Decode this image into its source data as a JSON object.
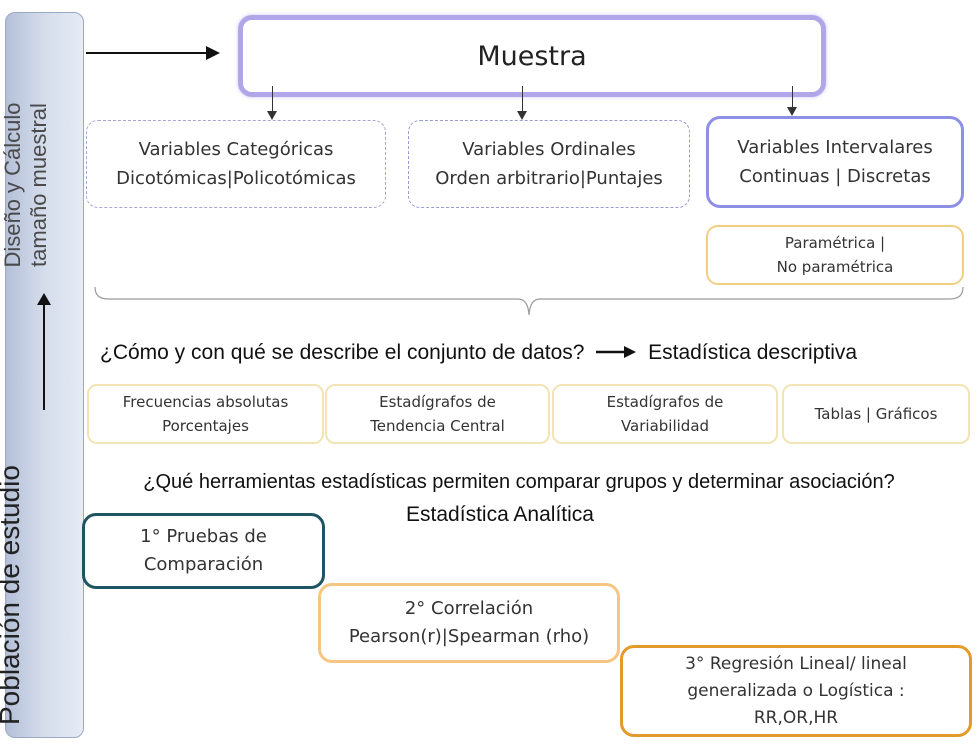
{
  "sidebar": {
    "design_line1": "Diseño y Cálculo",
    "design_line2": "tamaño muestral",
    "population": "Población de estudio"
  },
  "muestra": {
    "label": "Muestra"
  },
  "variables": {
    "categoricas": {
      "line1": "Variables  Categóricas",
      "line2": "Dicotómicas|Policotómicas"
    },
    "ordinales": {
      "line1": "Variables  Ordinales",
      "line2": "Orden arbitrario|Puntajes"
    },
    "intervalares": {
      "line1": "Variables  Intervalares",
      "line2": "Continuas  |  Discretas"
    }
  },
  "parametric": {
    "line1": "Paramétrica  |",
    "line2": "No paramétrica"
  },
  "descriptive": {
    "question": "¿Cómo y con qué  se describe el conjunto de datos?",
    "answer": "Estadística descriptiva",
    "boxes": [
      {
        "line1": "Frecuencias absolutas",
        "line2": "Porcentajes"
      },
      {
        "line1": "Estadígrafos de",
        "line2": "Tendencia Central"
      },
      {
        "line1": "Estadígrafos de",
        "line2": "Variabilidad"
      },
      {
        "line1": "Tablas  |  Gráficos"
      }
    ]
  },
  "analytic": {
    "question": "¿Qué herramientas estadísticas  permiten comparar grupos y determinar asociación?",
    "title": "Estadística Analítica",
    "steps": [
      {
        "line1": "1° Pruebas  de",
        "line2": "Comparación"
      },
      {
        "line1": "2° Correlación",
        "line2": "Pearson(r)|Spearman  (rho)"
      },
      {
        "line1": "3° Regresión Lineal/ lineal",
        "line2": "generalizada  o Logística :",
        "line3": "RR,OR,HR"
      }
    ]
  }
}
